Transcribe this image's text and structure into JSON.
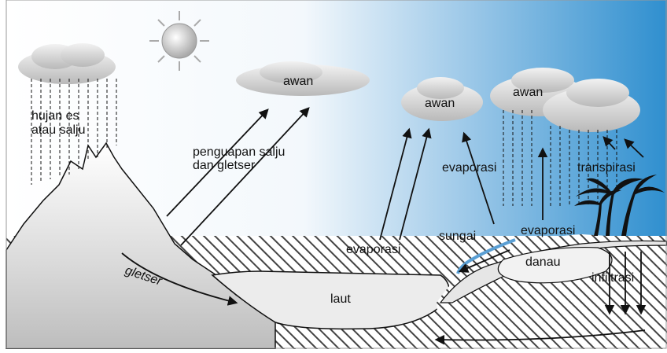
{
  "labels": {
    "hujan_line1": "hujan es",
    "hujan_line2": "atau salju",
    "awan_left": "awan",
    "awan_mid": "awan",
    "awan_right": "awan",
    "penguapan_line1": "penguapan salju",
    "penguapan_line2": "dan gletser",
    "evaporasi_sea": "evaporasi",
    "evaporasi_top": "evaporasi",
    "evaporasi_lake": "evaporasi",
    "transpirasi": "transpirasi",
    "sungai": "sungai",
    "danau": "danau",
    "infiltrasi": "infiltrasi",
    "gletser": "gletser",
    "laut": "laut"
  },
  "colors": {
    "sky_left": "#ffffff",
    "sky_right": "#2f8fcf",
    "ground": "#d4d4d4",
    "hatch": "#333333",
    "cloud": "#d6d6d6",
    "ink": "#111111"
  }
}
